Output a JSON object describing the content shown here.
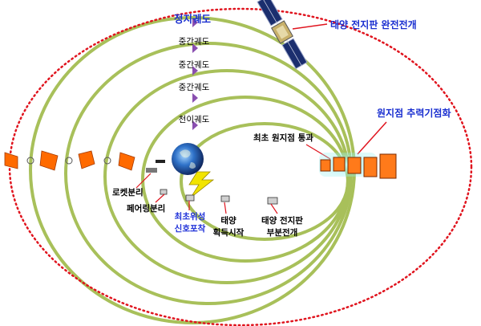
{
  "orbits": {
    "geo": "정지궤도",
    "intermediate": [
      "중간궤도",
      "중간궤도",
      "중간궤도"
    ],
    "transfer": "천이궤도"
  },
  "events": {
    "solar_full": "태양 전지판 완전전개",
    "apogee_firing": "원지점 추력기점화",
    "first_apogee": "최초 원지점 통과",
    "rocket_sep": "로켓분리",
    "fairing_sep": "페어링분리",
    "first_signal_line1": "최초위성",
    "first_signal_line2": "신호포착",
    "sun_line1": "태양",
    "sun_line2": "획득시작",
    "solar_partial_line1": "태양 전지판",
    "solar_partial_line2": "부분전개"
  },
  "colors": {
    "orbit": "#a8c05a",
    "geo_ring": "#e0141e",
    "title": "#1a2fd0",
    "highlight": "#1d2fd8",
    "thruster": "#ff6a00",
    "satellite_body": "#ff7a1a",
    "glow": "#8ff0f0",
    "marker": "#8a4fb0"
  },
  "icons": [
    "earth-icon",
    "satellite-icon",
    "lightning-icon",
    "spin-arrow-icon",
    "rocket-stage-icon"
  ]
}
